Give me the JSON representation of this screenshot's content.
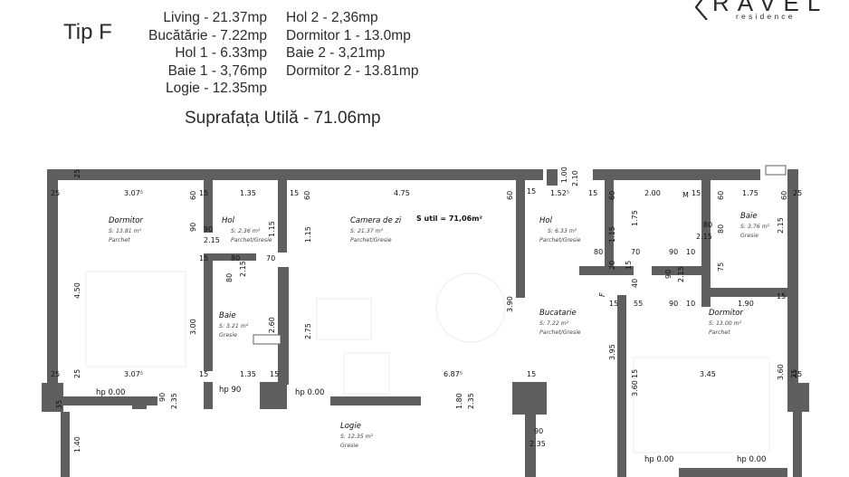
{
  "header": {
    "tip": "Tip F",
    "areas_col1": [
      "Living - 21.37mp",
      "Bucătărie - 7.22mp",
      "Hol 1 - 6.33mp",
      "Baie 1 - 3,76mp",
      "Logie - 12.35mp"
    ],
    "areas_col2": [
      "Hol 2 - 2,36mp",
      "Dormitor 1 - 13.0mp",
      "Baie 2 - 3,21mp",
      "Dormitor 2 - 13.81mp"
    ],
    "total": "Suprafața Utilă - 71.06mp"
  },
  "logo": {
    "word": "RAVEL",
    "sub": "residence"
  },
  "plan": {
    "s_util": "S util = 71,06m²",
    "rooms": [
      {
        "name": "Dormitor",
        "area": "S: 13.81 m²",
        "finish": "Parchet"
      },
      {
        "name": "Hol",
        "area": "S: 2.36 m²",
        "finish": "Parchet/Gresie"
      },
      {
        "name": "Camera de zi",
        "area": "S: 21.37 m²",
        "finish": "Parchet/Gresie"
      },
      {
        "name": "Hol",
        "area": "S: 6.33 m²",
        "finish": "Parchet/Gresie"
      },
      {
        "name": "Baie",
        "area": "S: 3.76 m²",
        "finish": "Gresie"
      },
      {
        "name": "Baie",
        "area": "S: 3.21 m²",
        "finish": "Gresie"
      },
      {
        "name": "Bucatarie",
        "area": "S: 7.22 m²",
        "finish": "Parchet/Gresie"
      },
      {
        "name": "Dormitor",
        "area": "S: 13.00 m²",
        "finish": "Parchet"
      },
      {
        "name": "Logie",
        "area": "S: 12.35 m²",
        "finish": "Gresie"
      }
    ],
    "dims": {
      "d25a": "25",
      "d25b": "25",
      "d25c": "25",
      "d25d": "25",
      "d25e": "25",
      "d25f": "25",
      "d25g": "25",
      "d307a": "3.07⁵",
      "d307b": "3.07⁵",
      "d60a": "60",
      "d60b": "60",
      "d60c": "60",
      "d60d": "60",
      "d60e": "60",
      "d60f": "60",
      "d15a": "15",
      "d15b": "15",
      "d15c": "15",
      "d15d": "15",
      "d15e": "15",
      "d15f": "15",
      "d15g": "15",
      "d15h": "15",
      "d15i": "15",
      "d15j": "15",
      "d15k": "15",
      "d15l": "15",
      "d15m": "15",
      "d135a": "1.35",
      "d135b": "1.35",
      "d475": "4.75",
      "d1525": "1.52⁵",
      "d200": "2.00",
      "dM": "M",
      "d175a": "1.75",
      "d175b": "1.75",
      "d100": "1.00",
      "d210": "2.10",
      "d90a": "90",
      "d90b": "90",
      "d90c": "90",
      "d90d": "90",
      "d90e": "90",
      "d90f": "90",
      "d90g": "90",
      "d215a": "2.15",
      "d215b": "2.15",
      "d215c": "2.15",
      "d215d": "2.15",
      "d215e": "2.15",
      "d115a": "1.15",
      "d115b": "1.15",
      "d115c": "1.15",
      "d80a": "80",
      "d80b": "80",
      "d80c": "80",
      "d80d": "80",
      "d80e": "80",
      "d70a": "70",
      "d70b": "70",
      "d10a": "10",
      "d10b": "10",
      "d20": "20",
      "d40": "40",
      "d55": "55",
      "d75": "75",
      "d450": "4.50",
      "d300": "3.00",
      "d260": "2.60",
      "d275": "2.75",
      "d390": "3.90",
      "d395": "3.95",
      "d360a": "3.60",
      "d360b": "3.60",
      "d345": "3.45",
      "d190": "1.90",
      "d6875": "6.87⁵",
      "d180": "1.80",
      "d235a": "2.35",
      "d235b": "2.35",
      "d235c": "2.35",
      "d140": "1.40",
      "d35": "35",
      "dF": "F",
      "hp1": "hp 0.00",
      "hp2": "hp 90",
      "hp3": "hp 0.00",
      "hp4": "hp 0.00",
      "hp5": "hp 0.00"
    }
  }
}
